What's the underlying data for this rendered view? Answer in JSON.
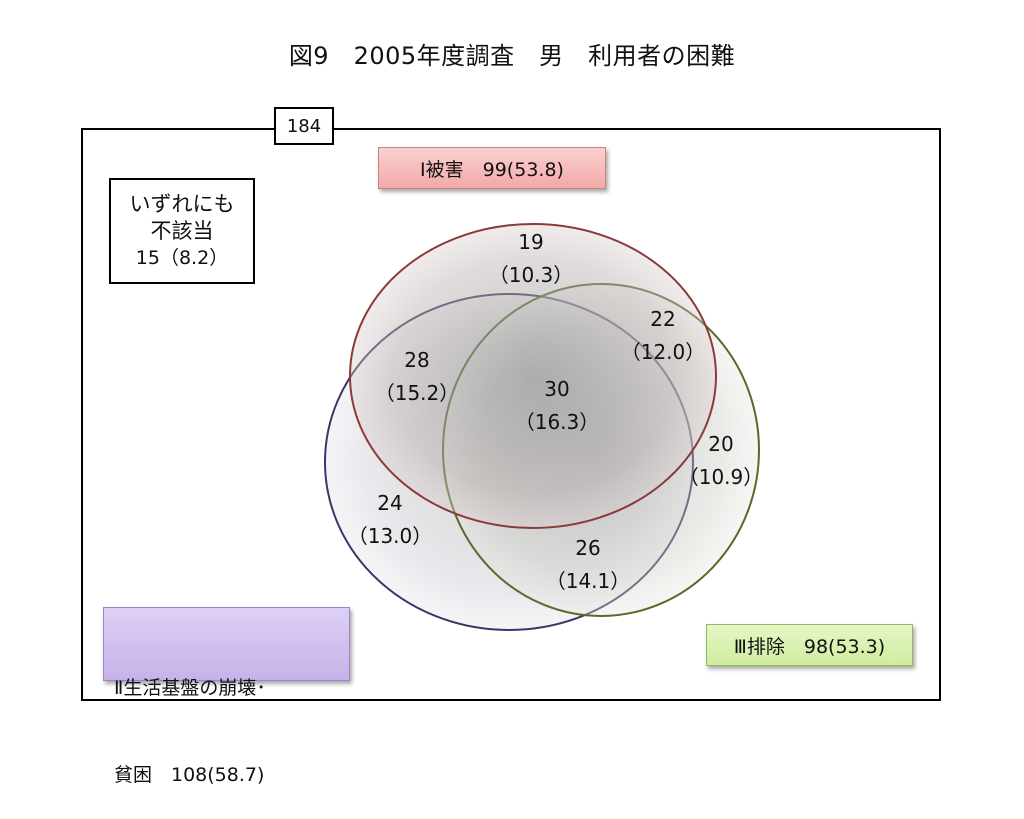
{
  "title": "図9　2005年度調査　男　利用者の困難",
  "total": "184",
  "none": {
    "line1": "いずれにも",
    "line2": "不該当",
    "value": "15（8.2）"
  },
  "sets": {
    "harm": {
      "label": "Ⅰ被害　99(53.8)"
    },
    "poverty": {
      "label_line1": "Ⅱ生活基盤の崩壊･",
      "label_line2": "貧困　108(58.7)"
    },
    "exclusion": {
      "label": "Ⅲ排除　98(53.3)"
    }
  },
  "regions": {
    "harm_only": {
      "count": "19",
      "pct": "（10.3）"
    },
    "harm_exclusion": {
      "count": "22",
      "pct": "（12.0）"
    },
    "harm_poverty": {
      "count": "28",
      "pct": "（15.2）"
    },
    "all_three": {
      "count": "30",
      "pct": "（16.3）"
    },
    "exclusion_only": {
      "count": "20",
      "pct": "（10.9）"
    },
    "poverty_only": {
      "count": "24",
      "pct": "（13.0）"
    },
    "poverty_exclusion": {
      "count": "26",
      "pct": "（14.1）"
    }
  },
  "colors": {
    "harm_stroke": "#8b3a3a",
    "poverty_stroke": "#3d3566",
    "exclusion_stroke": "#566b2c"
  }
}
